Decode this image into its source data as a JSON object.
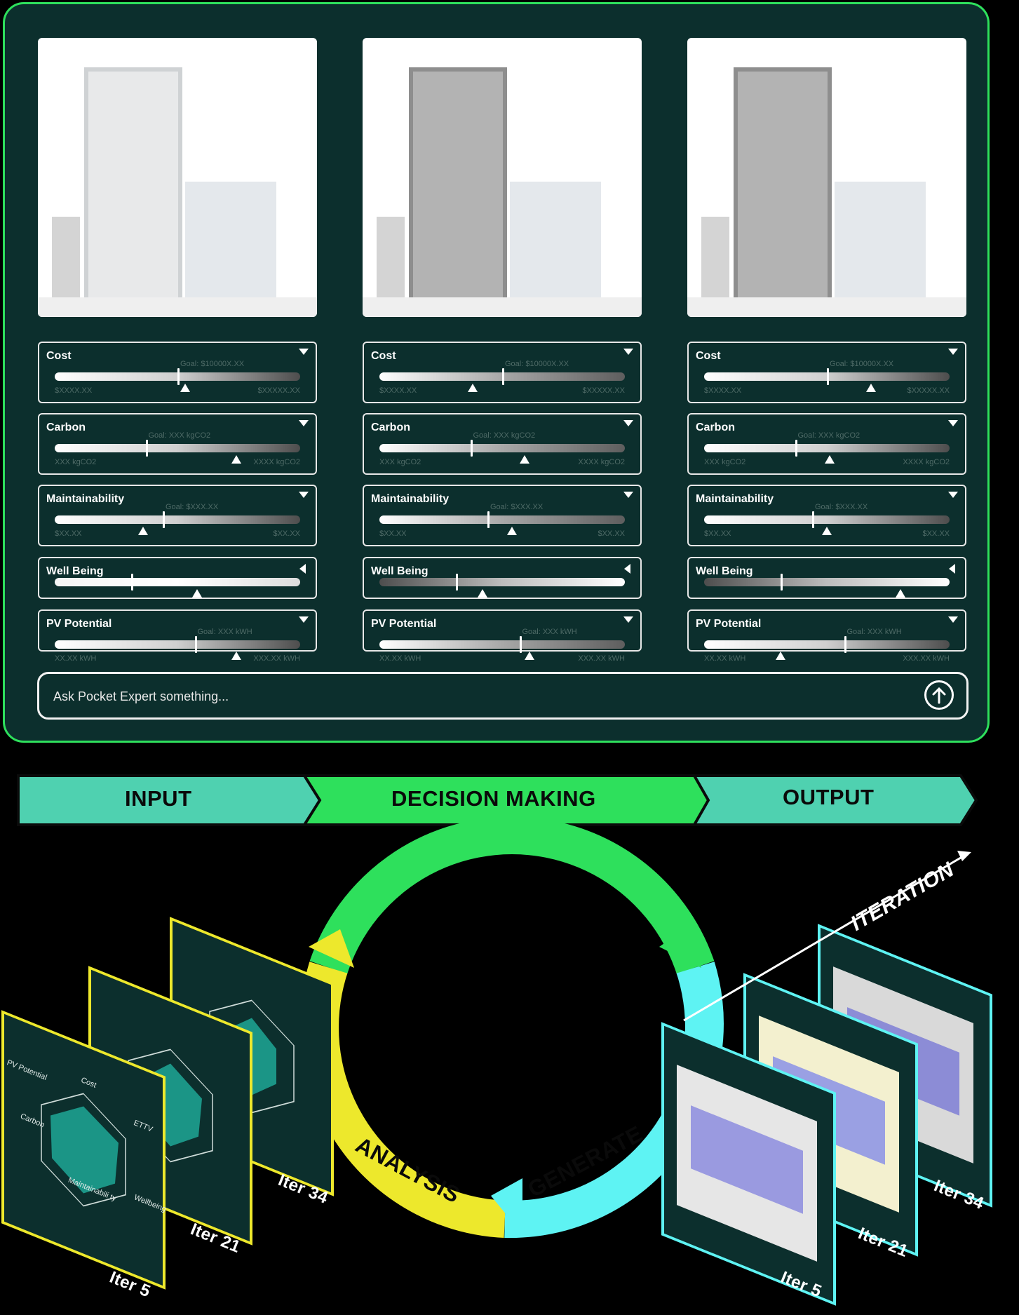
{
  "ask": {
    "placeholder": "Ask Pocket Expert something...",
    "icon": "arrow-up-circle-icon"
  },
  "options": [
    {
      "metrics": [
        {
          "label": "Cost",
          "goal": "Goal: $10000X.XX",
          "min": "$XXXX.XX",
          "max": "$XXXXX.XX",
          "thumb": 0.5,
          "marker": 0.53,
          "gradient": "light"
        },
        {
          "label": "Carbon",
          "goal": "Goal: XXX kgCO2",
          "min": "XXX kgCO2",
          "max": "XXXX kgCO2",
          "thumb": 0.37,
          "marker": 0.74,
          "gradient": "light"
        },
        {
          "label": "Maintainability",
          "goal": "Goal: $XXX.XX",
          "min": "$XX.XX",
          "max": "$XX.XX",
          "thumb": 0.44,
          "marker": 0.36,
          "gradient": "light"
        },
        {
          "label": "Well Being",
          "thumb": 0.31,
          "marker": 0.58,
          "gradient": "wb"
        },
        {
          "label": "PV Potential",
          "goal": "Goal: XXX kWH",
          "min": "XX.XX kWH",
          "max": "XXX.XX kWH",
          "thumb": 0.57,
          "marker": 0.74,
          "gradient": "light"
        }
      ]
    },
    {
      "metrics": [
        {
          "label": "Cost",
          "goal": "Goal: $10000X.XX",
          "min": "$XXXX.XX",
          "max": "$XXXXX.XX",
          "thumb": 0.5,
          "marker": 0.38,
          "gradient": "dark"
        },
        {
          "label": "Carbon",
          "goal": "Goal: XXX kgCO2",
          "min": "XXX kgCO2",
          "max": "XXXX kgCO2",
          "thumb": 0.37,
          "marker": 0.59,
          "gradient": "dark"
        },
        {
          "label": "Maintainability",
          "goal": "Goal: $XXX.XX",
          "min": "$XX.XX",
          "max": "$XX.XX",
          "thumb": 0.44,
          "marker": 0.54,
          "gradient": "dark"
        },
        {
          "label": "Well Being",
          "thumb": 0.31,
          "marker": 0.42,
          "gradient": "wbdark"
        },
        {
          "label": "PV Potential",
          "goal": "Goal: XXX kWH",
          "min": "XX.XX kWH",
          "max": "XXX.XX kWH",
          "thumb": 0.57,
          "marker": 0.61,
          "gradient": "dark"
        }
      ]
    },
    {
      "metrics": [
        {
          "label": "Cost",
          "goal": "Goal: $10000X.XX",
          "min": "$XXXX.XX",
          "max": "$XXXXX.XX",
          "thumb": 0.5,
          "marker": 0.68,
          "gradient": "light"
        },
        {
          "label": "Carbon",
          "goal": "Goal: XXX kgCO2",
          "min": "XXX kgCO2",
          "max": "XXXX kgCO2",
          "thumb": 0.37,
          "marker": 0.51,
          "gradient": "light"
        },
        {
          "label": "Maintainability",
          "goal": "Goal: $XXX.XX",
          "min": "$XX.XX",
          "max": "$XX.XX",
          "thumb": 0.44,
          "marker": 0.5,
          "gradient": "light"
        },
        {
          "label": "Well Being",
          "thumb": 0.31,
          "marker": 0.8,
          "gradient": "wbdark"
        },
        {
          "label": "PV Potential",
          "goal": "Goal: XXX kWH",
          "min": "XX.XX kWH",
          "max": "XXX.XX kWH",
          "thumb": 0.57,
          "marker": 0.31,
          "gradient": "light"
        }
      ]
    }
  ],
  "stages": {
    "input": "INPUT",
    "decision": "DECISION MAKING",
    "output": "OUTPUT"
  },
  "cycle": {
    "analysis": "ANALYSIS",
    "generate": "GENERATE",
    "iteration": "ITERATION"
  },
  "radar_labels": [
    "Cost",
    "ETTV",
    "Wellbeing",
    "Maintainabili ty",
    "Carbon",
    "PV Potential"
  ],
  "iterations": [
    "Iter 5",
    "Iter 21",
    "Iter 34"
  ],
  "colors": {
    "panel": "#0c2f2d",
    "green": "#2ee05c",
    "teal": "#4fd1b0",
    "yellow": "#ede82c",
    "cyan": "#5ef3f3"
  }
}
